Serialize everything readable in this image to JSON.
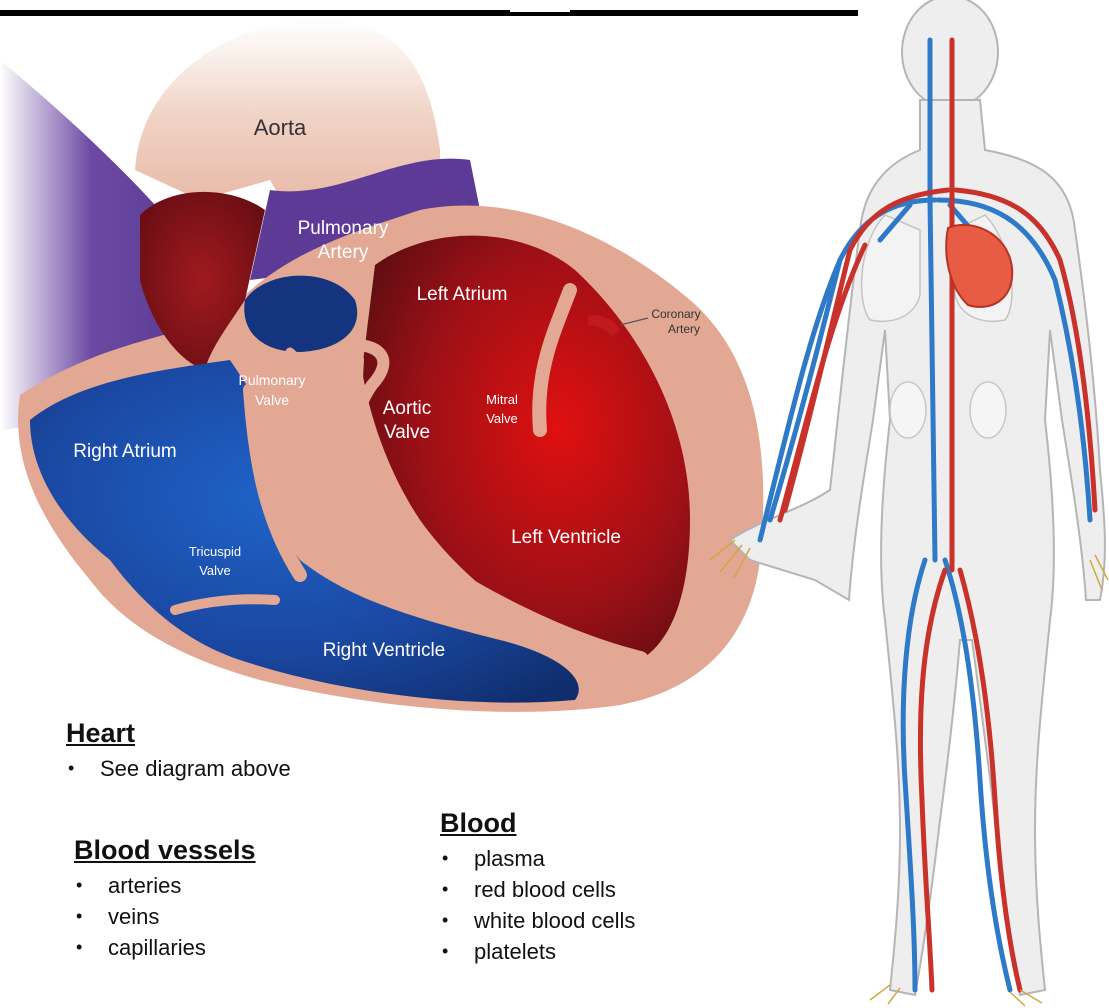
{
  "heart_labels": {
    "aorta": "Aorta",
    "pulmonary_artery_1": "Pulmonary",
    "pulmonary_artery_2": "Artery",
    "left_atrium": "Left Atrium",
    "coronary_artery_1": "Coronary",
    "coronary_artery_2": "Artery",
    "pulmonary_valve_1": "Pulmonary",
    "pulmonary_valve_2": "Valve",
    "aortic_valve_1": "Aortic",
    "aortic_valve_2": "Valve",
    "mitral_valve_1": "Mitral",
    "mitral_valve_2": "Valve",
    "right_atrium": "Right Atrium",
    "left_ventricle": "Left Ventricle",
    "tricuspid_valve_1": "Tricuspid",
    "tricuspid_valve_2": "Valve",
    "right_ventricle": "Right Ventricle"
  },
  "sections": {
    "heart": {
      "title": "Heart",
      "items": [
        "See diagram above"
      ]
    },
    "blood_vessels": {
      "title": "Blood vessels",
      "items": [
        "arteries",
        "veins",
        "capillaries"
      ]
    },
    "blood": {
      "title": "Blood",
      "items": [
        "plasma",
        "red blood cells",
        "white blood cells",
        "platelets"
      ]
    }
  },
  "colors": {
    "deoxygenated": "#1f4fae",
    "oxygenated": "#b0151b",
    "vessel_wall": "#e3a893",
    "vena_cava": "#5b3a8c"
  }
}
